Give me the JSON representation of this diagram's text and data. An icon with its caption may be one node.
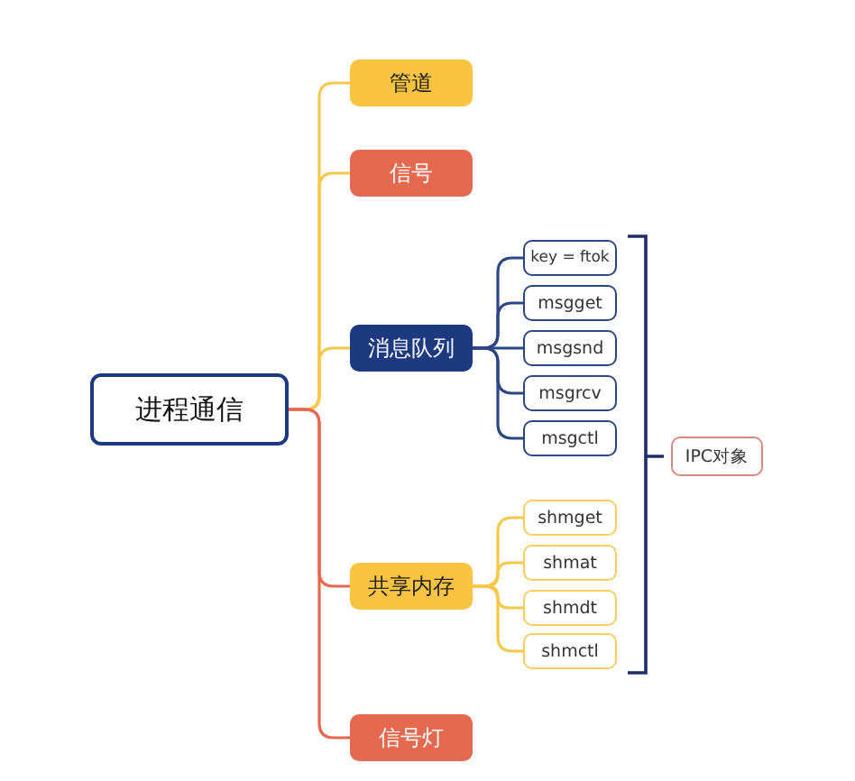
{
  "diagram": {
    "nodes": [
      {
        "text": [
          "进程通信"
        ]
      },
      {
        "text": [
          "管道"
        ]
      },
      {
        "text": [
          "信号"
        ]
      },
      {
        "text": [
          "消息队列"
        ]
      },
      {
        "text": [
          "key = ftok"
        ]
      },
      {
        "text": [
          "msgget"
        ]
      },
      {
        "text": [
          "msgsnd"
        ]
      },
      {
        "text": [
          "msgrcv"
        ]
      },
      {
        "text": [
          "msgctl"
        ]
      },
      {
        "text": [
          "共享内存"
        ]
      },
      {
        "text": [
          "shmget"
        ]
      },
      {
        "text": [
          "shmat"
        ]
      },
      {
        "text": [
          "shmdt"
        ]
      },
      {
        "text": [
          "shmctl"
        ]
      },
      {
        "text": [
          "信号灯"
        ]
      },
      {
        "text": [
          "IPC对象"
        ]
      }
    ],
    "edges": [
      {
        "from": 0,
        "to": 1,
        "arrow": "none"
      },
      {
        "from": 0,
        "to": 2,
        "arrow": "none"
      },
      {
        "from": 0,
        "to": 3,
        "arrow": "none"
      },
      {
        "from": 0,
        "to": 9,
        "arrow": "none",
        "color": "#e5694f"
      },
      {
        "from": 0,
        "to": 14,
        "arrow": "none",
        "color": "#e5694f"
      },
      {
        "from": 3,
        "to": 4,
        "arrow": "none",
        "color": "#2c4584"
      },
      {
        "from": 3,
        "to": 5,
        "arrow": "none",
        "color": "#2c4584"
      },
      {
        "from": 3,
        "to": 6,
        "arrow": "none",
        "color": "#2c4584"
      },
      {
        "from": 3,
        "to": 7,
        "arrow": "none",
        "color": "#2c4584"
      },
      {
        "from": 3,
        "to": 8,
        "arrow": "none",
        "color": "#2c4584"
      },
      {
        "from": 9,
        "to": 10,
        "arrow": "none"
      },
      {
        "from": 9,
        "to": 11,
        "arrow": "none"
      },
      {
        "from": 9,
        "to": 12,
        "arrow": "none"
      },
      {
        "from": 9,
        "to": 13,
        "arrow": "none"
      }
    ]
  }
}
